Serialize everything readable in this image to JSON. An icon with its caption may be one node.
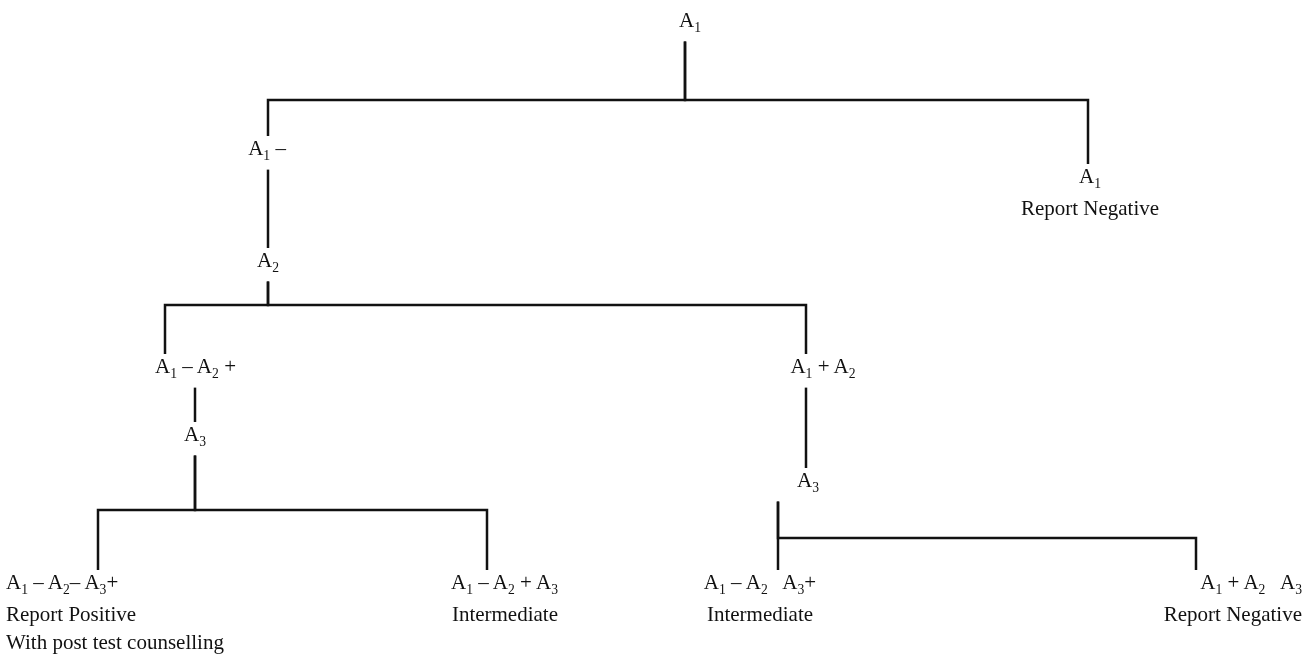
{
  "diagram": {
    "nodes": [
      {
        "text": [
          "A$_{1}$"
        ]
      },
      {
        "text": [
          "A$_{1}$ –"
        ]
      },
      {
        "text": [
          "A$_{1}$",
          "Report Negative"
        ]
      },
      {
        "text": [
          "A$_{2}$"
        ]
      },
      {
        "text": [
          "A$_{1}$ – A$_{2}$ +"
        ]
      },
      {
        "text": [
          "A$_{1}$ + A$_{2}$"
        ]
      },
      {
        "text": [
          "A$_{3}$"
        ]
      },
      {
        "text": [
          "A$_{3}$"
        ]
      },
      {
        "text": [
          "A$_{1}$ – A$_{2}$– A$_{3}$+",
          "Report Positive",
          "With post test counselling"
        ]
      },
      {
        "text": [
          "A$_{1}$ – A$_{2}$ + A$_{3}$",
          "Intermediate"
        ]
      },
      {
        "text": [
          "A$_{1}$ – A$_{2}$   A$_{3}$+",
          "Intermediate"
        ]
      },
      {
        "text": [
          "A$_{1}$ + A$_{2}$   A$_{3}$",
          "Report Negative"
        ]
      }
    ],
    "edges": [
      {
        "from": 0,
        "to": 1,
        "arrow": "none"
      },
      {
        "from": 0,
        "to": 2,
        "arrow": "none"
      },
      {
        "from": 1,
        "to": 3,
        "arrow": "none"
      },
      {
        "from": 3,
        "to": 4,
        "arrow": "none"
      },
      {
        "from": 3,
        "to": 5,
        "arrow": "none"
      },
      {
        "from": 4,
        "to": 6,
        "arrow": "none"
      },
      {
        "from": 5,
        "to": 7,
        "arrow": "none"
      },
      {
        "from": 6,
        "to": 8,
        "arrow": "none"
      },
      {
        "from": 6,
        "to": 9,
        "arrow": "none"
      },
      {
        "from": 7,
        "to": 10,
        "arrow": "none"
      },
      {
        "from": 7,
        "to": 11,
        "arrow": "none"
      }
    ]
  }
}
